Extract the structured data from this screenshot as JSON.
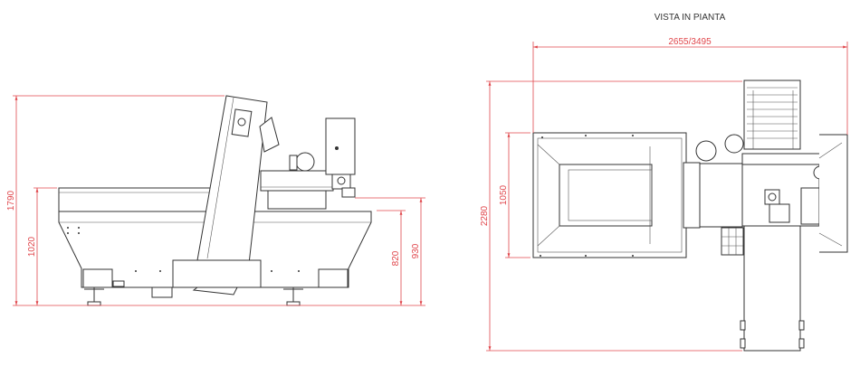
{
  "plan_view": {
    "title": "VISTA IN PIANTA",
    "dimensions": {
      "width": "2655/3495",
      "depth_total": "2280",
      "depth_hopper": "1050"
    }
  },
  "side_view": {
    "dimensions": {
      "height_total": "1790",
      "height_hopper": "1020",
      "height_outlet": "930",
      "height_table": "820"
    }
  },
  "colors": {
    "dimension": "#e0474c",
    "drawing": "#333333"
  }
}
